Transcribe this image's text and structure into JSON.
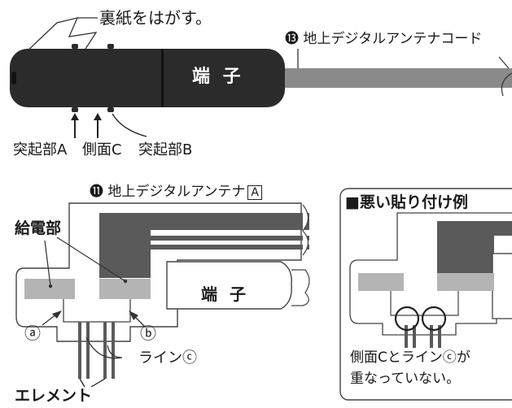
{
  "top": {
    "peel_label": "裏紙をはがす。",
    "cord_label": "⓭ 地上デジタルアンテナコード",
    "terminal_label": "端 子",
    "protrusion_a": "突起部A",
    "side_c": "側面C",
    "protrusion_b": "突起部B"
  },
  "bottom": {
    "antenna_label": "⓫ 地上デジタルアンテナ",
    "antenna_badge": "A",
    "feed_label": "給電部",
    "terminal_label": "端 子",
    "mark_a": "ⓐ",
    "mark_b": "ⓑ",
    "line_c": "ラインⓒ",
    "element_label": "エレメント"
  },
  "example": {
    "title": "■悪い貼り付け例",
    "caption_line1": "側面Cとラインⓒが",
    "caption_line2": "重なっていない。"
  },
  "colors": {
    "terminal_body": "#2b2b2b",
    "cord": "#8a8a8a",
    "dark_gray": "#5a5a5a",
    "light_gray": "#b4b4b4",
    "outline": "#444444"
  }
}
